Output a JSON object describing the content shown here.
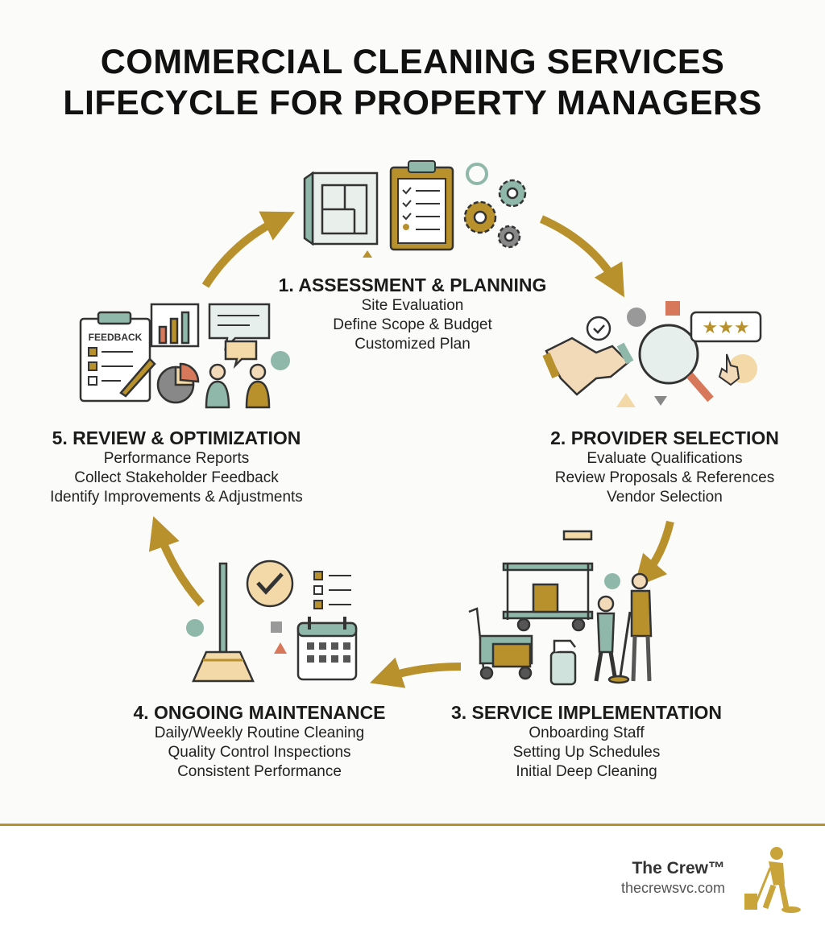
{
  "title": {
    "line1": "COMMERCIAL CLEANING SERVICES",
    "line2": "LIFECYCLE FOR PROPERTY MANAGERS"
  },
  "stages": [
    {
      "title": "1. ASSESSMENT & PLANNING",
      "items": [
        "Site Evaluation",
        "Define Scope & Budget",
        "Customized Plan"
      ]
    },
    {
      "title": "2. PROVIDER SELECTION",
      "items": [
        "Evaluate Qualifications",
        "Review Proposals & References",
        "Vendor Selection"
      ]
    },
    {
      "title": "3. SERVICE IMPLEMENTATION",
      "items": [
        "Onboarding Staff",
        "Setting Up Schedules",
        "Initial Deep Cleaning"
      ]
    },
    {
      "title": "4. ONGOING MAINTENANCE",
      "items": [
        "Daily/Weekly Routine Cleaning",
        "Quality Control Inspections",
        "Consistent Performance"
      ]
    },
    {
      "title": "5. REVIEW & OPTIMIZATION",
      "items": [
        "Performance Reports",
        "Collect Stakeholder Feedback",
        "Identify Improvements & Adjustments"
      ]
    }
  ],
  "feedback_label": "FEEDBACK",
  "brand": {
    "name": "The Crew™",
    "url": "thecrewsvc.com"
  },
  "colors": {
    "gold": "#b8912c",
    "sage": "#8fb8ab",
    "terracotta": "#d8785a",
    "gray": "#6b6b6b",
    "ink": "#222222"
  }
}
